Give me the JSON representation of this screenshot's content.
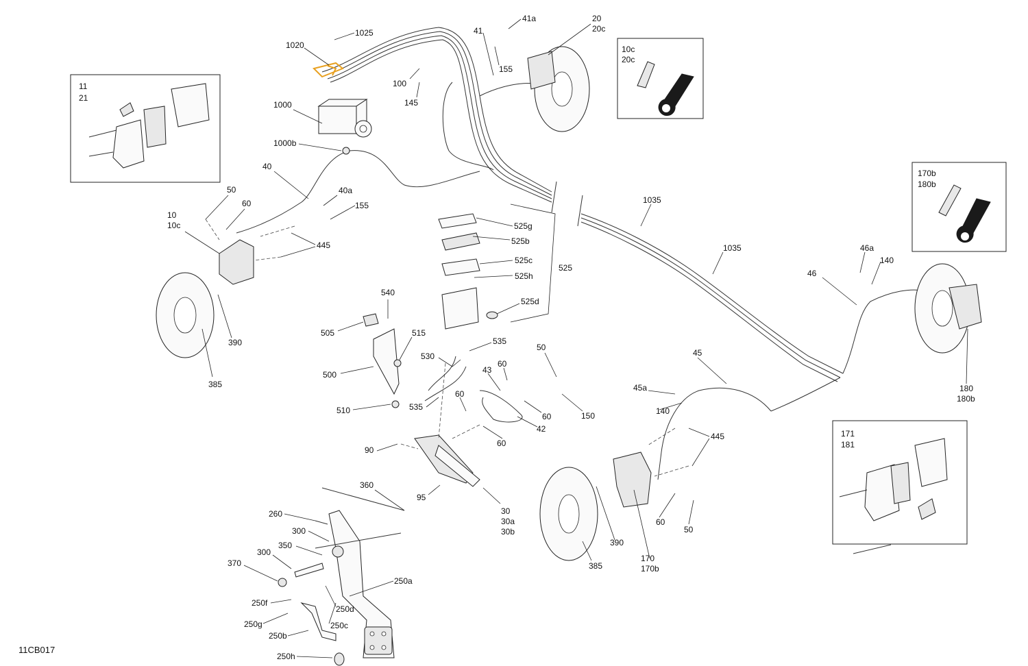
{
  "figure_code": "11CB017",
  "labels": {
    "l1025": "1025",
    "l1020": "1020",
    "l1000": "1000",
    "l1000b": "1000b",
    "l41": "41",
    "l41a": "41a",
    "l155a": "155",
    "l100": "100",
    "l145": "145",
    "l20": "20",
    "l20c": "20c",
    "l40": "40",
    "l40a": "40a",
    "l155b": "155",
    "l50a": "50",
    "l60a": "60",
    "l10": "10",
    "l10c": "10c",
    "l445a": "445",
    "l390a": "390",
    "l385a": "385",
    "l525g": "525g",
    "l525b": "525b",
    "l525c": "525c",
    "l525h": "525h",
    "l525": "525",
    "l525d": "525d",
    "l540": "540",
    "l505": "505",
    "l515": "515",
    "l500": "500",
    "l510": "510",
    "l535a": "535",
    "l530": "530",
    "l535b": "535",
    "l43": "43",
    "l60b": "60",
    "l50b": "50",
    "l60c": "60",
    "l60d": "60",
    "l42": "42",
    "l60e": "60",
    "l150": "150",
    "l90": "90",
    "l95": "95",
    "l30": "30",
    "l30a": "30a",
    "l30b": "30b",
    "l360": "360",
    "l260": "260",
    "l300a": "300",
    "l350": "350",
    "l300b": "300",
    "l370": "370",
    "l250a": "250a",
    "l250f": "250f",
    "l250d": "250d",
    "l250g": "250g",
    "l250c": "250c",
    "l250b": "250b",
    "l250h": "250h",
    "l1035a": "1035",
    "l1035b": "1035",
    "l46a": "46a",
    "l140a": "140",
    "l46": "46",
    "l180": "180",
    "l180b": "180b",
    "l45": "45",
    "l45a": "45a",
    "l140b": "140",
    "l445b": "445",
    "l390b": "390",
    "l385b": "385",
    "l170": "170",
    "l170b": "170b",
    "l60f": "60",
    "l50c": "50"
  },
  "insets": {
    "pads_front": {
      "line1": "11",
      "line2": "21"
    },
    "bleeder_front": {
      "line1": "10c",
      "line2": "20c"
    },
    "bleeder_rear": {
      "line1": "170b",
      "line2": "180b"
    },
    "pads_rear": {
      "line1": "171",
      "line2": "181"
    }
  },
  "colors": {
    "highlight": "#e8a020",
    "ink": "#222222",
    "background": "#ffffff"
  }
}
